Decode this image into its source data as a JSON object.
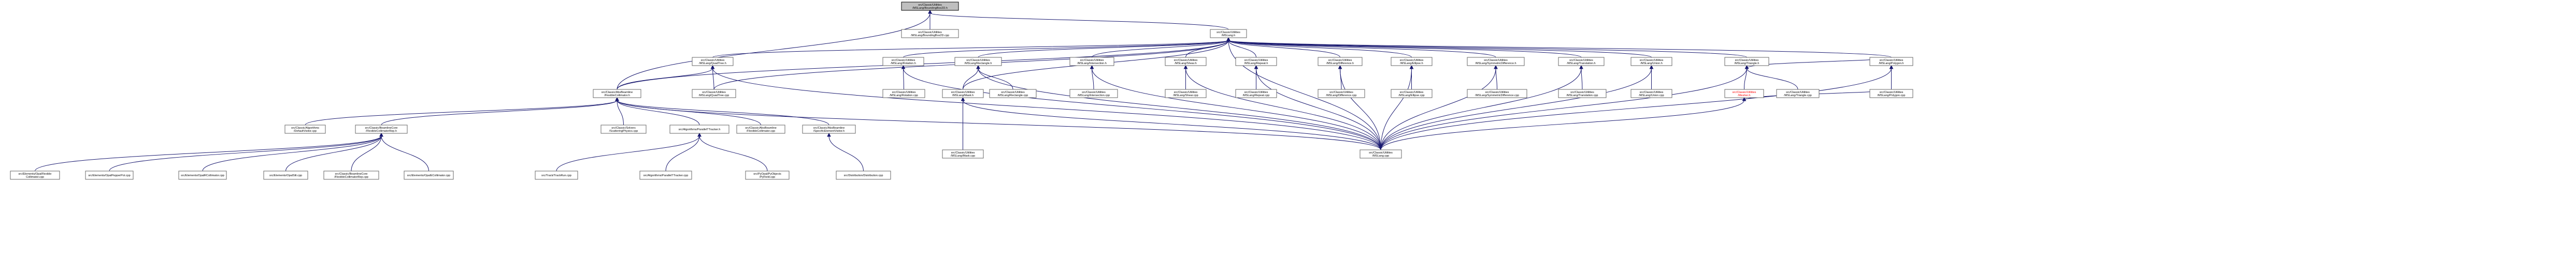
{
  "graph_title": "",
  "colors": {
    "edge": "#191970",
    "root_fill": "#bfbfbf",
    "node_border": "#666666",
    "highlight_text": "#ff0000"
  },
  "nodes": {
    "root": [
      "src/Classic/Utilities",
      "/MSLang/BoundingBox2D.h"
    ],
    "bbcpp": [
      "src/Classic/Utilities",
      "/MSLang/BoundingBox2D.cpp"
    ],
    "mslang": [
      "src/Classic/Utilities",
      "/MSLang.h"
    ],
    "quadtree_h": [
      "src/Classic/Utilities",
      "/MSLang/QuadTree.h"
    ],
    "rotation_h": [
      "src/Classic/Utilities",
      "/MSLang/Rotation.h"
    ],
    "rectangle_h": [
      "src/Classic/Utilities",
      "/MSLang/Rectangle.h"
    ],
    "intersection_h": [
      "src/Classic/Utilities",
      "/MSLang/Intersection.h"
    ],
    "shear_h": [
      "src/Classic/Utilities",
      "/MSLang/Shear.h"
    ],
    "repeat_h": [
      "src/Classic/Utilities",
      "/MSLang/Repeat.h"
    ],
    "difference_h": [
      "src/Classic/Utilities",
      "/MSLang/Difference.h"
    ],
    "ellipse_h": [
      "src/Classic/Utilities",
      "/MSLang/Ellipse.h"
    ],
    "symdiff_h": [
      "src/Classic/Utilities",
      "/MSLang/SymmetricDifference.h"
    ],
    "translation_h": [
      "src/Classic/Utilities",
      "/MSLang/Translation.h"
    ],
    "union_h": [
      "src/Classic/Utilities",
      "/MSLang/Union.h"
    ],
    "triangle_h": [
      "src/Classic/Utilities",
      "/MSLang/Triangle.h"
    ],
    "polygon_h": [
      "src/Classic/Utilities",
      "/MSLang/Polygon.h"
    ],
    "absbeam_h": [
      "src/Classic/AbsBeamline",
      "/FlexibleCollimator.h"
    ],
    "quadtree_cpp": [
      "src/Classic/Utilities",
      "/MSLang/QuadTree.cpp"
    ],
    "rotation_cpp": [
      "src/Classic/Utilities",
      "/MSLang/Rotation.cpp"
    ],
    "mask_h": [
      "src/Classic/Utilities",
      "/MSLang/Mask.h"
    ],
    "rectangle_cpp": [
      "src/Classic/Utilities",
      "/MSLang/Rectangle.cpp"
    ],
    "intersection_cpp": [
      "src/Classic/Utilities",
      "/MSLang/Intersection.cpp"
    ],
    "shear_cpp": [
      "src/Classic/Utilities",
      "/MSLang/Shear.cpp"
    ],
    "repeat_cpp": [
      "src/Classic/Utilities",
      "/MSLang/Repeat.cpp"
    ],
    "difference_cpp": [
      "src/Classic/Utilities",
      "/MSLang/Difference.cpp"
    ],
    "ellipse_cpp": [
      "src/Classic/Utilities",
      "/MSLang/Ellipse.cpp"
    ],
    "symdiff_cpp": [
      "src/Classic/Utilities",
      "/MSLang/SymmetricDifference.cpp"
    ],
    "translation_cpp": [
      "src/Classic/Utilities",
      "/MSLang/Translation.cpp"
    ],
    "union_cpp": [
      "src/Classic/Utilities",
      "/MSLang/Union.cpp"
    ],
    "mesher_h": [
      "src/Classic/Utilities",
      "/Mesher.h"
    ],
    "triangle_cpp": [
      "src/Classic/Utilities",
      "/MSLang/Triangle.cpp"
    ],
    "polygon_cpp": [
      "src/Classic/Utilities",
      "/MSLang/Polygon.cpp"
    ],
    "algo_default": [
      "src/Classic/Algorithms",
      "/DefaultVisitor.cpp"
    ],
    "beamlinecore_h": [
      "src/Classic/BeamlineCore",
      "/FlexibleCollimatorRep.h"
    ],
    "solvers": [
      "src/Classic/Solvers",
      "/ScatteringPhysics.cpp"
    ],
    "ptracker_h": [
      "src/Algorithms/ParallelTTracker.h"
    ],
    "absbeam_cpp": [
      "src/Classic/AbsBeamline",
      "/FlexibleCollimator.cpp"
    ],
    "specific": [
      "src/Classic/AbsBeamline",
      "/SpecificElementVisitor.h"
    ],
    "mask_cpp": [
      "src/Classic/Utilities",
      "/MSLang/Mask.cpp"
    ],
    "mslang_cpp": [
      "src/Classic/Utilities",
      "/MSLang.cpp"
    ],
    "el_flex": [
      "src/Elements/OpalFlexible",
      "Collimator.cpp"
    ],
    "el_pepper": [
      "src/Elements/OpalPepperPot.cpp"
    ],
    "el_rcoll": [
      "src/Elements/OpalRCollimator.cpp"
    ],
    "el_slit": [
      "src/Elements/OpalSlit.cpp"
    ],
    "bl_flexrep": [
      "src/Classic/BeamlineCore",
      "/FlexibleCollimatorRep.cpp"
    ],
    "el_ecoll": [
      "src/Elements/OpalECollimator.cpp"
    ],
    "trackrun": [
      "src/Track/TrackRun.cpp"
    ],
    "ptracker_cpp": [
      "src/Algorithms/ParallelTTracker.cpp"
    ],
    "pyfield": [
      "src/PyOpal/PyObjects",
      "/PyField.cpp"
    ],
    "distribution": [
      "src/Distribution/Distribution.cpp"
    ]
  }
}
